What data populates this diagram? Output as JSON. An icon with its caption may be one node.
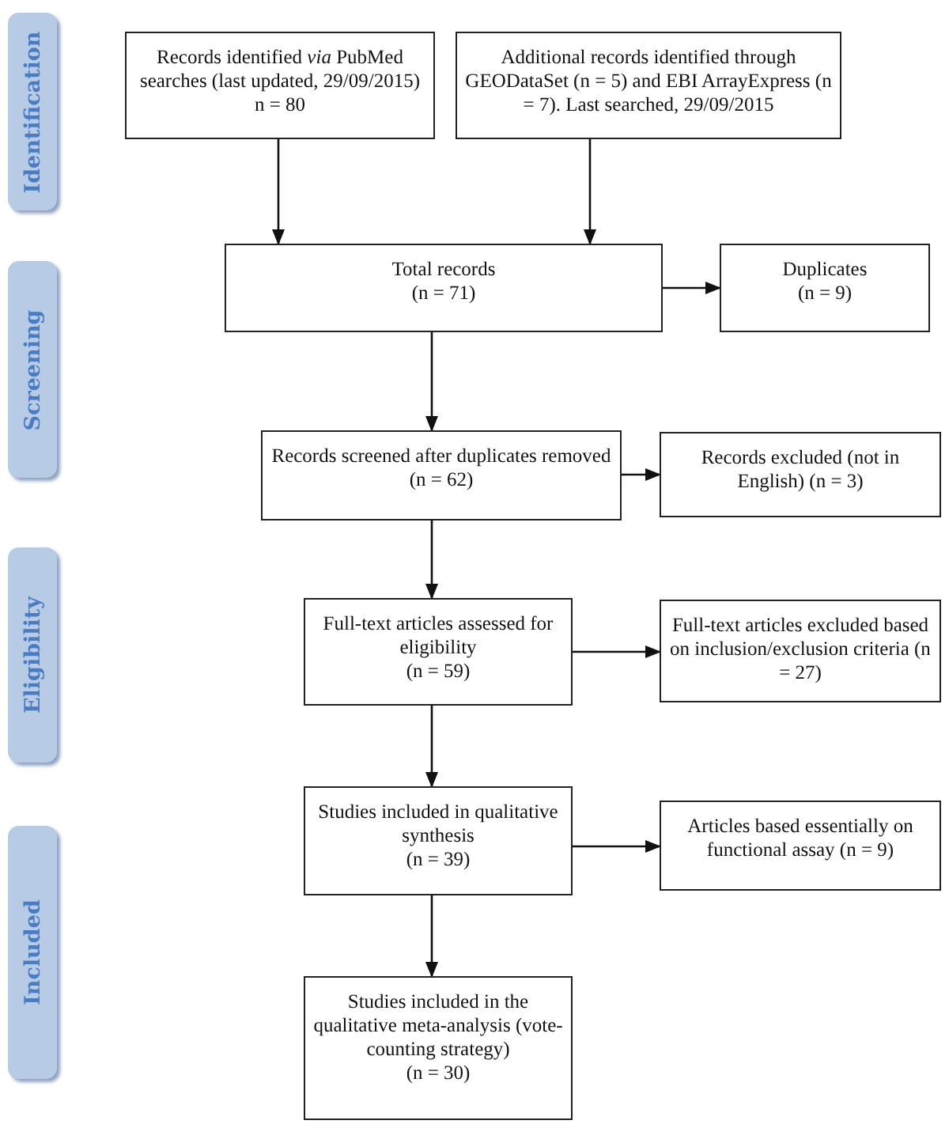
{
  "diagram": {
    "nodes": [
      {
        "text": [
          "Identification"
        ]
      },
      {
        "text": [
          "Records identified *via* PubMed searches (last updated, 29/09/2015) n = 80"
        ]
      },
      {
        "text": [
          "Additional records identified through GEODataSet (n = 5) and EBI ArrayExpress (n = 7). Last searched, 29/09/2015"
        ]
      },
      {
        "text": [
          "Screening"
        ]
      },
      {
        "text": [
          "Total records",
          "(n = 71)"
        ]
      },
      {
        "text": [
          "Duplicates",
          "(n = 9)"
        ]
      },
      {
        "text": [
          "Records screened after duplicates removed (n = 62)"
        ]
      },
      {
        "text": [
          "Records excluded (not in English) (n = 3)"
        ]
      },
      {
        "text": [
          "Eligibility"
        ]
      },
      {
        "text": [
          "Full-text articles assessed for eligibility",
          "(n = 59)"
        ]
      },
      {
        "text": [
          "Full-text articles excluded based on inclusion/exclusion criteria (n = 27)"
        ]
      },
      {
        "text": [
          "Included"
        ]
      },
      {
        "text": [
          "Studies included in qualitative synthesis",
          "(n = 39)"
        ]
      },
      {
        "text": [
          "Articles based essentially on functional assay (n = 9)"
        ]
      },
      {
        "text": [
          "Studies included in the qualitative meta-analysis (vote-counting strategy)",
          "(n = 30)"
        ]
      }
    ],
    "edges": [
      {
        "from": 1,
        "to": 4,
        "arrow": "to"
      },
      {
        "from": 2,
        "to": 4,
        "arrow": "to"
      },
      {
        "from": 4,
        "to": 5,
        "arrow": "to"
      },
      {
        "from": 4,
        "to": 6,
        "arrow": "to"
      },
      {
        "from": 6,
        "to": 7,
        "arrow": "to"
      },
      {
        "from": 6,
        "to": 9,
        "arrow": "to"
      },
      {
        "from": 9,
        "to": 10,
        "arrow": "to"
      },
      {
        "from": 9,
        "to": 12,
        "arrow": "to"
      },
      {
        "from": 12,
        "to": 13,
        "arrow": "to"
      },
      {
        "from": 12,
        "to": 14,
        "arrow": "to"
      }
    ]
  }
}
